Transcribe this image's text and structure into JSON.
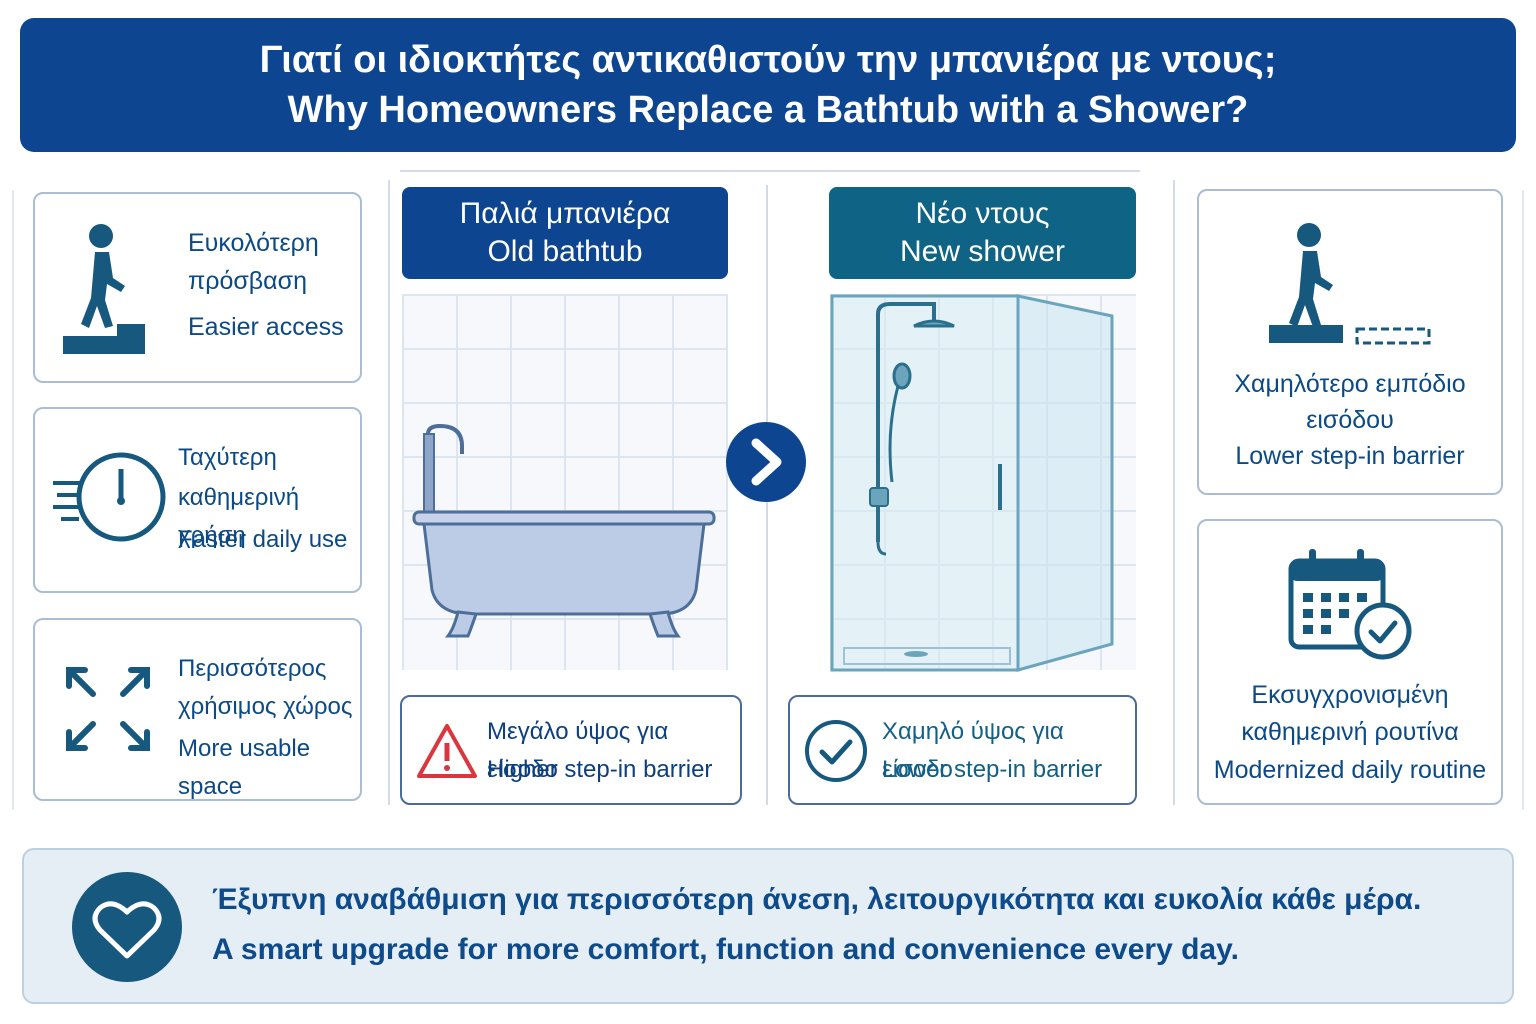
{
  "header": {
    "title_el": "Γιατί οι ιδιοκτήτες αντικαθιστούν την μπανιέρα με ντους;",
    "title_en": "Why Homeowners Replace a Bathtub with a Shower?"
  },
  "left_cards": [
    {
      "el1": "Ευκολότερη",
      "el2": "πρόσβαση",
      "en": "Easier access",
      "icon": "person-step-icon"
    },
    {
      "el1": "Ταχύτερη",
      "el2": "καθημερινή χρήση",
      "en": "Faster daily use",
      "icon": "fast-clock-icon"
    },
    {
      "el1": "Περισσότερος",
      "el2": "χρήσιμος χώρος",
      "en": "More usable space",
      "icon": "expand-arrows-icon"
    }
  ],
  "old_panel": {
    "title_el": "Παλιά μπανιέρα",
    "title_en": "Old bathtub",
    "note_el": "Μεγάλο ύψος για είσοδο",
    "note_en": "Higher step-in barrier",
    "note_icon": "warning-icon"
  },
  "new_panel": {
    "title_el": "Νέο ντους",
    "title_en": "New shower",
    "note_el": "Χαμηλό ύψος για είσοδο",
    "note_en": "Lower step-in barrier",
    "note_icon": "check-circle-icon"
  },
  "right_cards": [
    {
      "el1": "Χαμηλότερο εμπόδιο",
      "el2": "εισόδου",
      "en": "Lower step-in barrier",
      "icon": "person-low-step-icon"
    },
    {
      "el1": "Εκσυγχρονισμένη",
      "el2": "καθημερινή ρουτίνα",
      "en": "Modernized daily routine",
      "icon": "calendar-check-icon"
    }
  ],
  "footer": {
    "line_el": "Έξυπνη αναβάθμιση για περισσότερη άνεση, λειτουργικότητα και ευκολία κάθε μέρα.",
    "line_en": "A smart upgrade for more comfort, function and convenience every day.",
    "icon": "heart-icon"
  },
  "colors": {
    "navy": "#0d4590",
    "teal": "#0f6384",
    "icon_teal": "#17587e",
    "warning": "#d9363e",
    "tub": "#bccbe6"
  }
}
